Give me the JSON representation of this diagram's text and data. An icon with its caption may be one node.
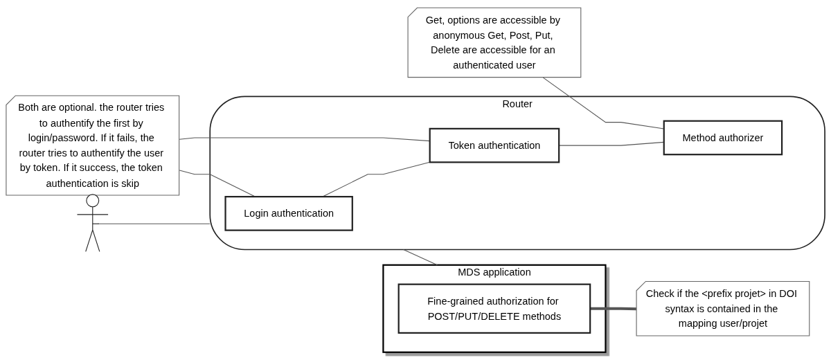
{
  "diagram": {
    "nodes": [
      {
        "text": [
          "Both are optional. the router tries to authentify the first by login/password. If it fails, the router tries to authentify the user by token. If it success, the token authentication is skip"
        ]
      },
      {
        "text": [
          "Get, options are accessible by anonymous Get, Post, Put, Delete are accessible for an authenticated user"
        ]
      },
      {
        "text": [],
        "shape": "person"
      },
      {
        "text": [
          "Router"
        ]
      },
      {
        "text": [
          "Login authentication"
        ],
        "in": 3
      },
      {
        "text": [
          "Token authentication"
        ],
        "in": 3
      },
      {
        "text": [
          "Method authorizer"
        ],
        "in": 3
      },
      {
        "text": [
          "MDS application"
        ]
      },
      {
        "text": [
          "Fine-grained authorization for POST/PUT/DELETE methods"
        ],
        "in": 7
      },
      {
        "text": [
          "Check if the <prefix projet> in DOI syntax is contained in the mapping user/projet"
        ]
      }
    ],
    "edges": [
      {
        "from": 2,
        "to": 3,
        "arrow": "none"
      },
      {
        "from": 0,
        "to": 4,
        "arrow": "none"
      },
      {
        "from": 0,
        "to": 5,
        "arrow": "none"
      },
      {
        "from": 1,
        "to": 6,
        "arrow": "none"
      },
      {
        "from": 4,
        "to": 5,
        "arrow": "none"
      },
      {
        "from": 5,
        "to": 6,
        "arrow": "none"
      },
      {
        "from": 3,
        "to": 7,
        "arrow": "none"
      },
      {
        "from": 8,
        "to": 9,
        "arrow": "none",
        "style": "thick"
      }
    ]
  }
}
